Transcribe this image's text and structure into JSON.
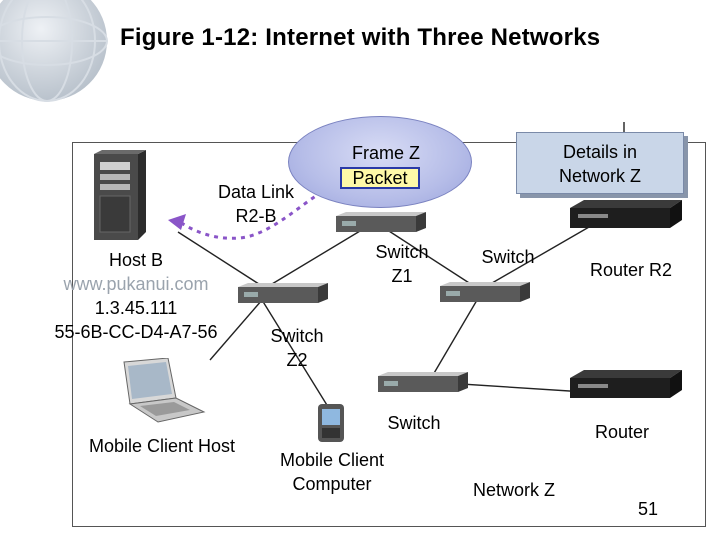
{
  "title": "Figure 1-12: Internet with Three Networks",
  "labels": {
    "frame_z": "Frame Z",
    "packet": "Packet",
    "data_link": [
      "Data Link",
      "R2-B"
    ],
    "details": [
      "Details in",
      "Network Z"
    ],
    "host_b": [
      "Host B",
      "www.pukanui.com",
      "1.3.45.111",
      "55-6B-CC-D4-A7-56"
    ],
    "switch_z1": [
      "Switch",
      "Z1"
    ],
    "switch_top_right": "Switch",
    "router_r2": "Router R2",
    "switch_z2": [
      "Switch",
      "Z2"
    ],
    "switch_bottom": "Switch",
    "router_bottom": "Router",
    "mobile_client_host": "Mobile Client Host",
    "mobile_client_computer": [
      "Mobile Client",
      "Computer"
    ],
    "network_z": "Network Z",
    "page_number": "51"
  },
  "colors": {
    "arrow": "#8a55c8",
    "link_line": "#222222",
    "packet_bg": "#fff9a8",
    "callout_bg": "#c9d6e8"
  },
  "icons": [
    "globe-icon",
    "server-tower-icon",
    "laptop-icon",
    "pda-phone-icon",
    "switch-icon",
    "router-icon"
  ]
}
